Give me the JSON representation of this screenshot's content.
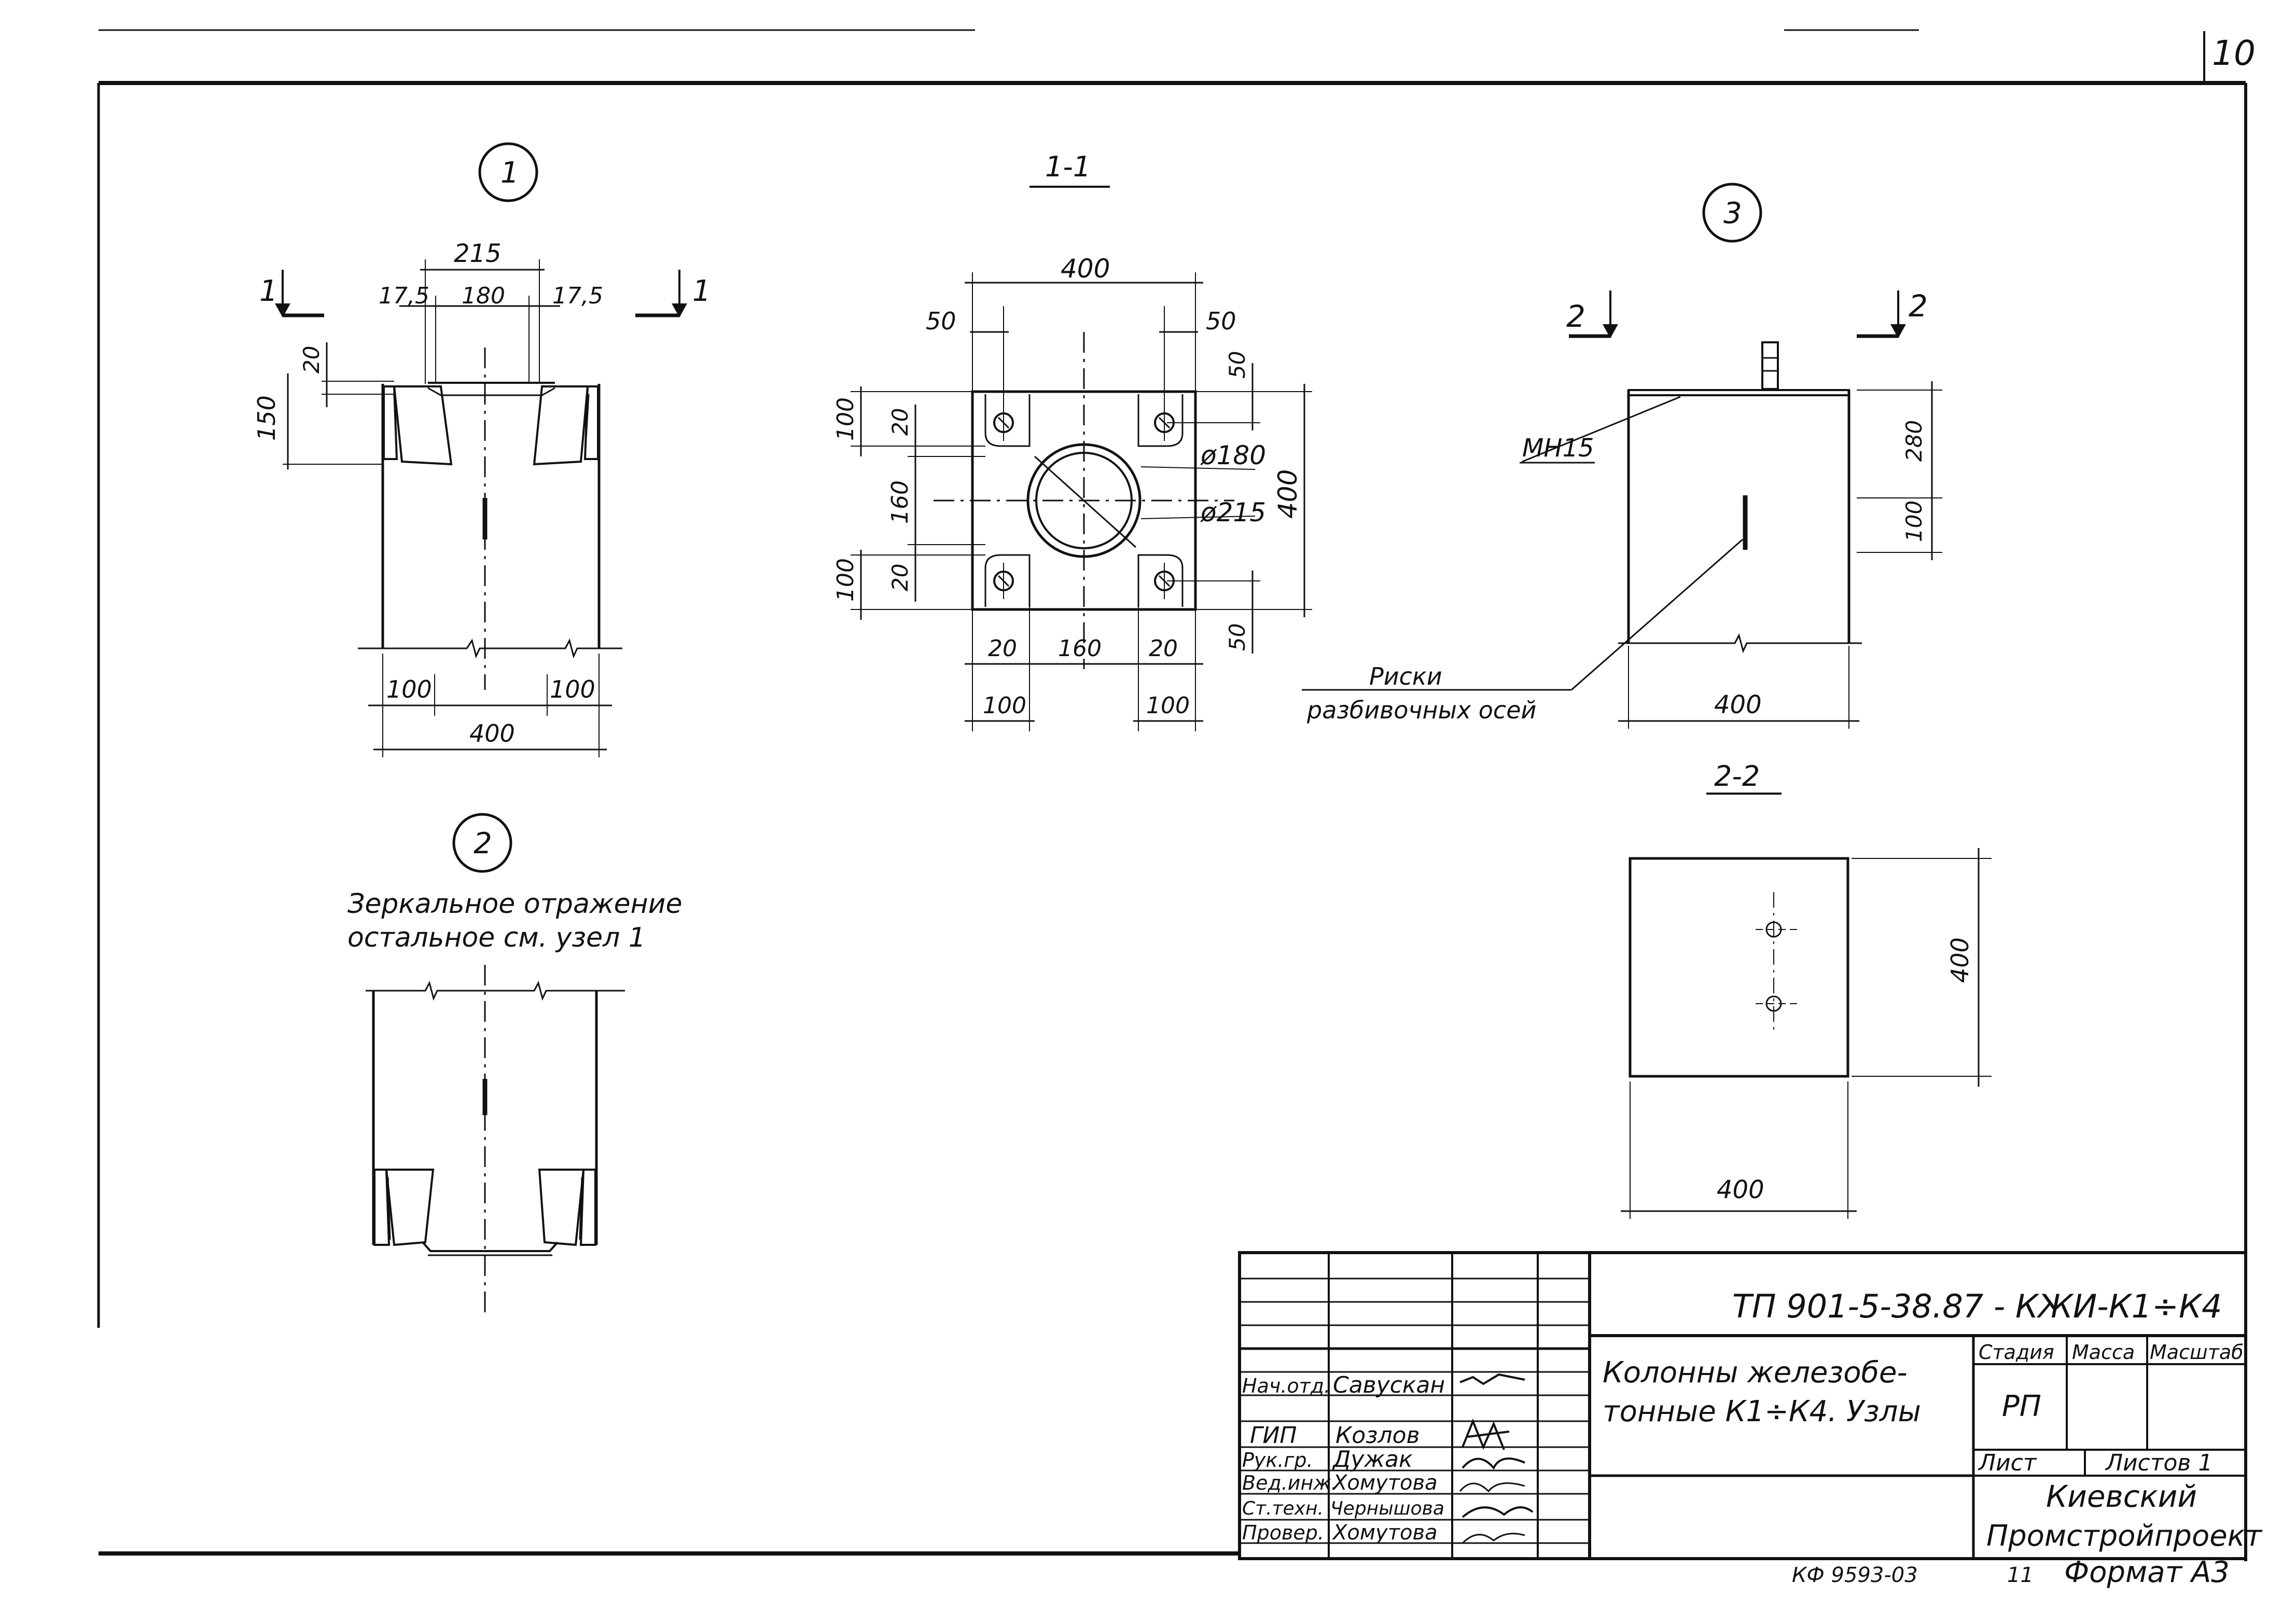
{
  "sheet_number": "10",
  "node1": {
    "marker": "1",
    "section_left": "1",
    "section_right": "1",
    "dims": {
      "total_top": "215",
      "left_top": "17,5",
      "mid_top": "180",
      "right_top": "17,5",
      "v20": "20",
      "v150": "150",
      "bot_left": "100",
      "bot_right": "100",
      "total_bottom": "400"
    }
  },
  "node2": {
    "marker": "2",
    "note_line1": "Зеркальное     отражение",
    "note_line2": "остальное    см.  узел 1"
  },
  "section11": {
    "title": "1-1",
    "dims": {
      "top_total": "400",
      "top_left": "50",
      "top_right": "50",
      "right_top": "50",
      "right_bottom": "50",
      "right_total": "400",
      "d180": "ø180",
      "d215": "ø215",
      "left_100_top": "100",
      "left_20_top": "20",
      "left_160": "160",
      "left_20_bot": "20",
      "left_100_bot": "100",
      "b20_left": "20",
      "b160": "160",
      "b20_right": "20",
      "b100_left": "100",
      "b100_right": "100"
    }
  },
  "node3": {
    "marker": "3",
    "section_left": "2",
    "section_right": "2",
    "label_plate": "МН15",
    "note_line1": "Риски",
    "note_line2": "разбивочных      осей",
    "dims": {
      "h280": "280",
      "h100": "100",
      "w400": "400"
    }
  },
  "section22": {
    "title": "2-2",
    "dims": {
      "h400": "400",
      "w400": "400"
    }
  },
  "title_block": {
    "code": "ТП 901-5-38.87 - КЖИ-К1÷К4",
    "name_line1": "Колонны    железобе-",
    "name_line2": "тонные К1÷К4. Узлы",
    "stage_header": "Стадия",
    "mass_header": "Масса",
    "scale_header": "Масштаб",
    "stage_value": "РП",
    "sheet_label": "Лист",
    "sheets_label": "Листов  1",
    "org_line1": "Киевский",
    "org_line2": "Промстройпроект",
    "roles": [
      {
        "role": "Нач.отд.",
        "name": "Савускан"
      },
      {
        "role": "ГИП",
        "name": "Козлов"
      },
      {
        "role": "Рук.гр.",
        "name": "Дужак"
      },
      {
        "role": "Вед.инж.",
        "name": "Хомутова"
      },
      {
        "role": "Ст.техн.",
        "name": "Чернышова"
      },
      {
        "role": "Провер.",
        "name": "Хомутова"
      }
    ]
  },
  "footer": {
    "archive": "КФ 9593-03",
    "sheet_no": "11",
    "format": "Формат А3"
  }
}
